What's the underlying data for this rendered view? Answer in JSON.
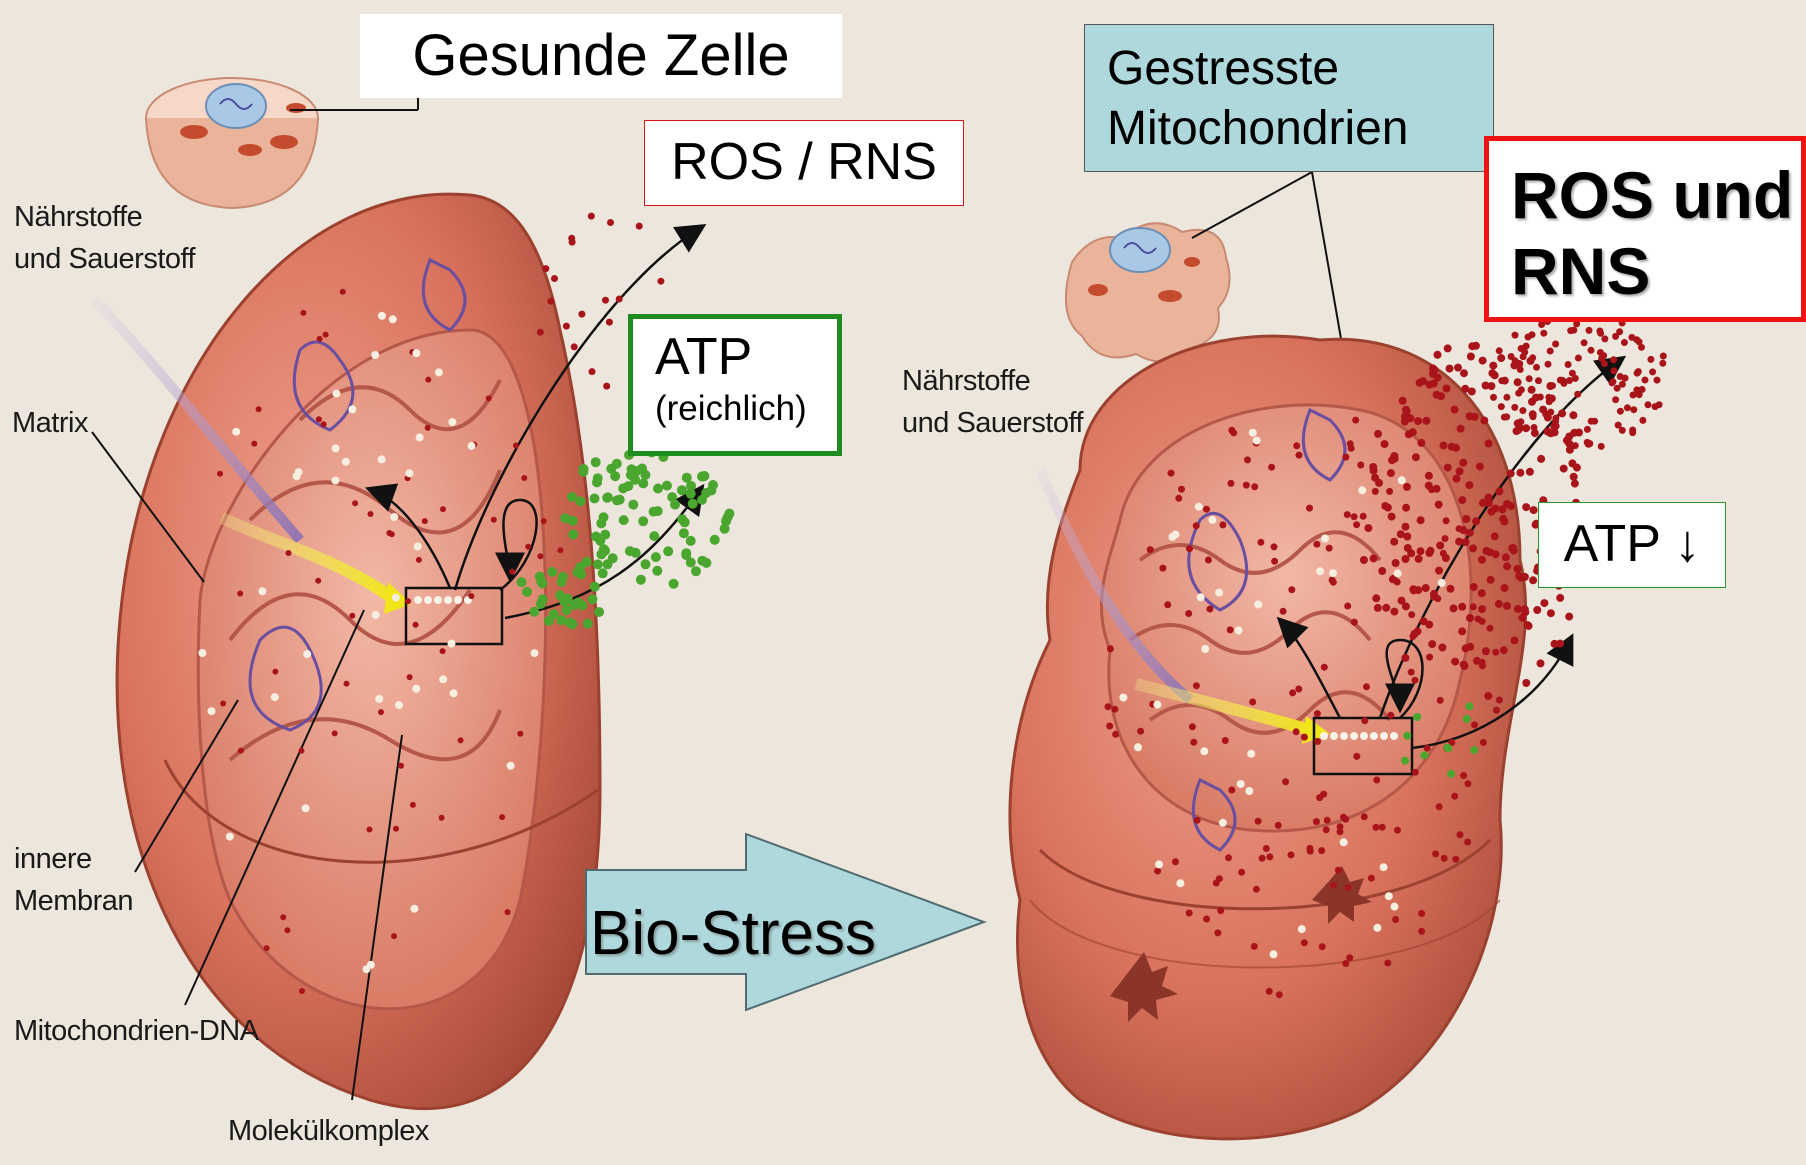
{
  "diagram": {
    "healthy_cell_title": "Gesunde Zelle",
    "stressed_title_line1": "Gestresste",
    "stressed_title_line2": "Mitochondrien",
    "ros_rns_small": "ROS / RNS",
    "atp_rich_main": "ATP",
    "atp_rich_sub": "(reichlich)",
    "ros_rns_big_line1": "ROS und",
    "ros_rns_big_line2": "RNS",
    "atp_low": "ATP ↓",
    "bio_stress": "Bio-Stress"
  },
  "labels": {
    "naehrstoffe_left_1": "Nährstoffe",
    "naehrstoffe_left_2": "und Sauerstoff",
    "matrix": "Matrix",
    "innere_1": "innere",
    "innere_2": "Membran",
    "mito_dna": "Mitochondrien-DNA",
    "molekuelkomplex": "Molekülkomplex",
    "naehrstoffe_right_1": "Nährstoffe",
    "naehrstoffe_right_2": "und Sauerstoff"
  },
  "colors": {
    "mito_fill": "#d9725c",
    "mito_dark": "#a94a39",
    "ros_dot": "#a8141a",
    "atp_dot": "#4aa62e",
    "arrow_fill": "#aed8dc",
    "healthy_border_green": "#1e8c1e",
    "ros_border_red": "#ee1212"
  }
}
